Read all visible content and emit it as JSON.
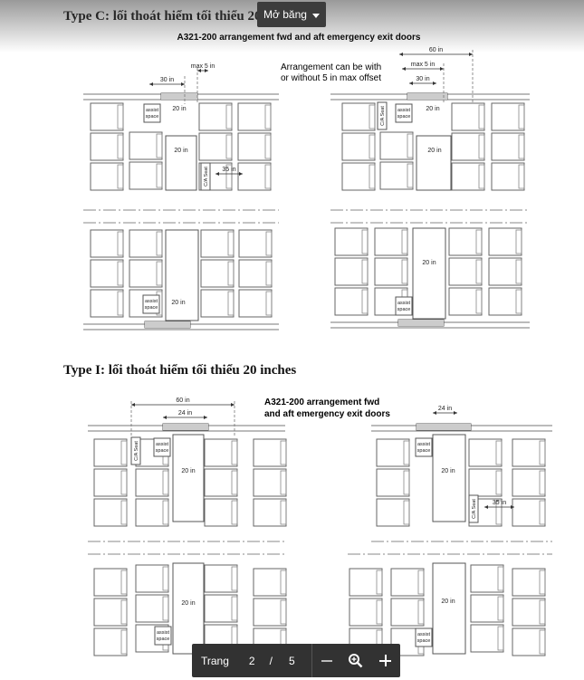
{
  "popup": {
    "label": "Mở băng"
  },
  "sections": [
    {
      "heading": "Type C: lối thoát hiểm tối thiểu 20 inches",
      "diagram_title": "A321-200 arrangement fwd and aft emergency exit doors",
      "note": [
        "Arrangement can be with",
        "or without 5 in max offset"
      ]
    },
    {
      "heading": "Type I: lối thoát hiểm tối thiểu 20 inches",
      "diagram_title": [
        "A321-200 arrangement fwd",
        "and aft emergency exit doors"
      ]
    }
  ],
  "labels": {
    "in20": "20 in",
    "in30": "30 in",
    "in35": "35 in",
    "in24": "24 in",
    "in60": "60 in",
    "max5": "max 5 in",
    "assist1": "assist",
    "assist2": "space",
    "ca": "C/A Seat"
  },
  "toolbar": {
    "page_label": "Trang",
    "current_page": "2",
    "separator": "/",
    "total_pages": "5"
  }
}
